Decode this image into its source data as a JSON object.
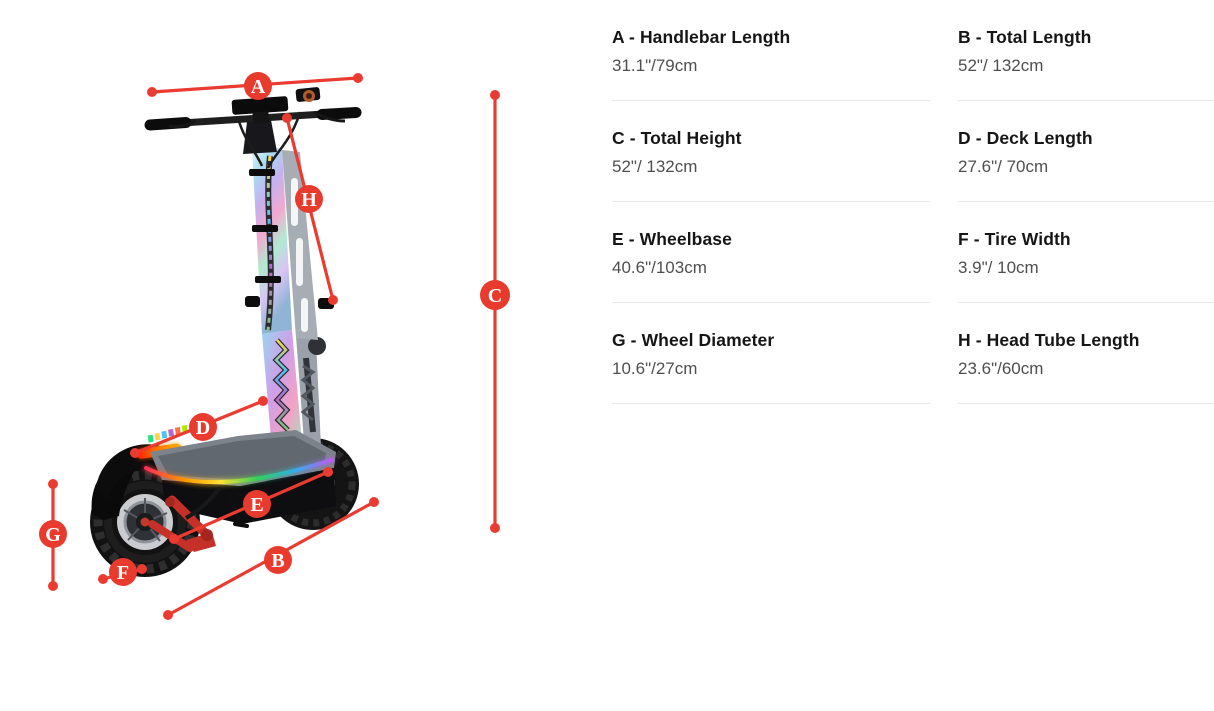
{
  "page": {
    "background": "#ffffff"
  },
  "diagram": {
    "accent_red": "#e93a2e",
    "subject": "electric-scooter-dimension-diagram",
    "markers": [
      {
        "letter": "A"
      },
      {
        "letter": "B"
      },
      {
        "letter": "C"
      },
      {
        "letter": "D"
      },
      {
        "letter": "E"
      },
      {
        "letter": "F"
      },
      {
        "letter": "G"
      },
      {
        "letter": "H"
      }
    ]
  },
  "specs": {
    "items": [
      {
        "title": "A - Handlebar Length",
        "value": "31.1\"/79cm"
      },
      {
        "title": "B - Total Length",
        "value": "52\"/ 132cm"
      },
      {
        "title": "C - Total Height",
        "value": "52\"/ 132cm"
      },
      {
        "title": "D - Deck Length",
        "value": "27.6\"/ 70cm"
      },
      {
        "title": "E - Wheelbase",
        "value": "40.6\"/103cm"
      },
      {
        "title": "F - Tire Width",
        "value": "3.9\"/ 10cm"
      },
      {
        "title": "G - Wheel Diameter",
        "value": "10.6\"/27cm"
      },
      {
        "title": "H - Head Tube Length",
        "value": "23.6\"/60cm"
      }
    ]
  }
}
